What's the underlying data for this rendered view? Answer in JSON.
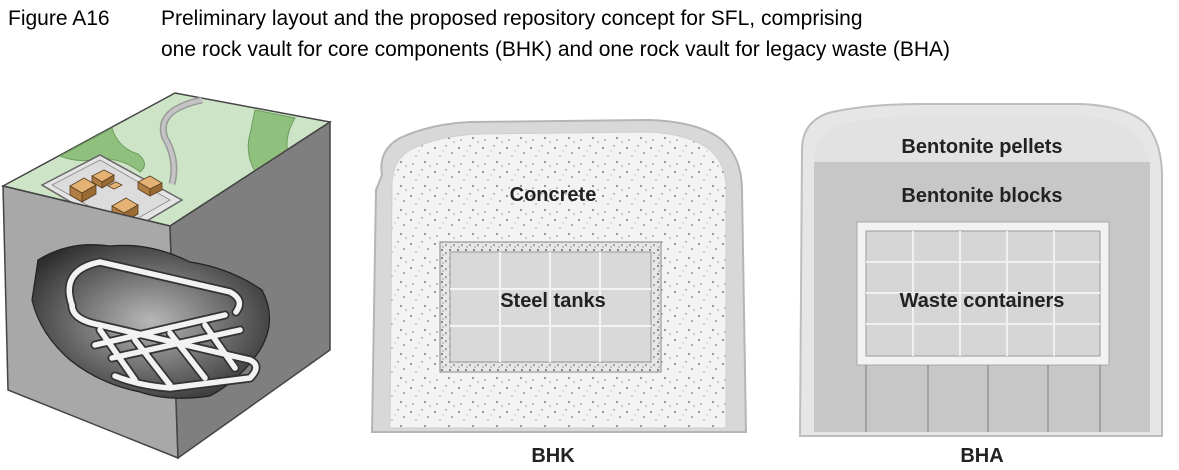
{
  "figure": {
    "label": "Figure A16",
    "caption_line1": "Preliminary layout and the proposed repository concept for SFL, comprising",
    "caption_line2": "one rock vault for core components (BHK) and one rock vault for legacy waste (BHA)"
  },
  "bhk": {
    "concrete_label": "Concrete",
    "steel_tanks_label": "Steel tanks",
    "caption": "BHK"
  },
  "bha": {
    "pellets_label": "Bentonite pellets",
    "blocks_label": "Bentonite blocks",
    "waste_label": "Waste containers",
    "caption": "BHA"
  }
}
